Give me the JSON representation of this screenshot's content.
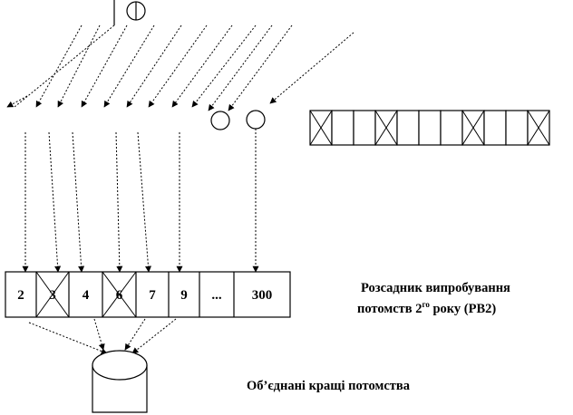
{
  "cells": [
    "2",
    "3",
    "4",
    "6",
    "7",
    "9",
    "...",
    "300"
  ],
  "crossed_cells": [
    "3",
    "6"
  ],
  "nursery": {
    "line1": "Розсадник випробування",
    "line2_prefix": "потомств 2",
    "line2_sup": "го",
    "line2_suffix": " року (РВ2)"
  },
  "merged_label": "Об’єднані кращі потомства",
  "colors": {
    "stroke": "#000000",
    "background": "#ffffff"
  }
}
